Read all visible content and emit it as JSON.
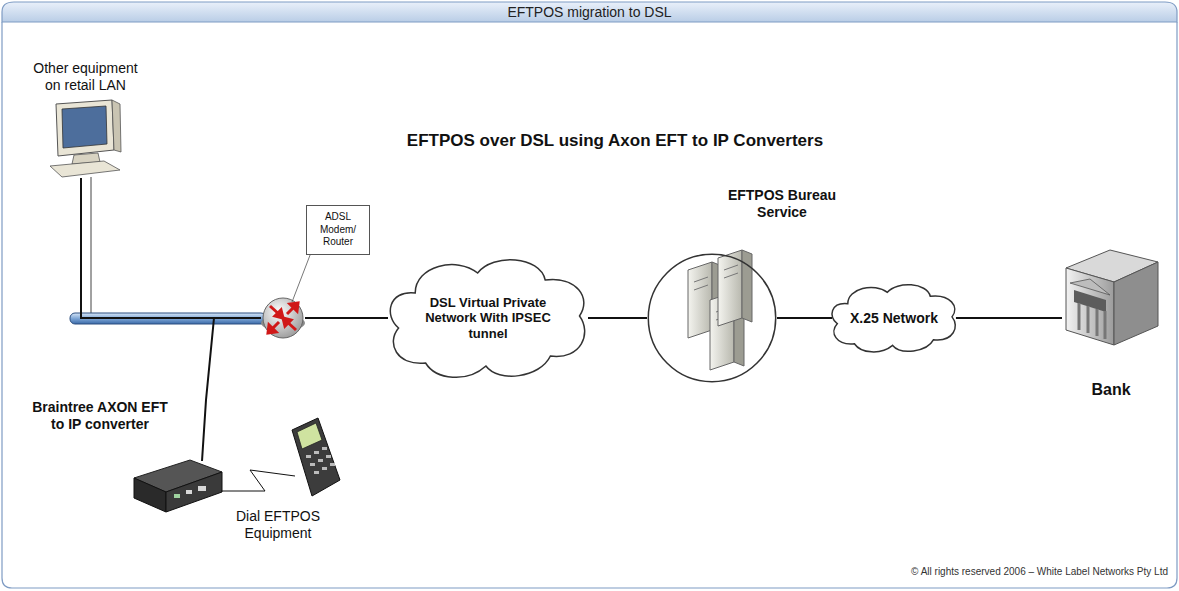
{
  "diagram": {
    "title": "EFTPOS migration to DSL",
    "nodes": [
      {
        "text": [
          "Other equipment on retail LAN"
        ]
      },
      {
        "text": [
          "Braintree AXON EFT to IP converter"
        ]
      },
      {
        "text": [
          "Dial EFTPOS Equipment"
        ]
      },
      {
        "text": [
          "ADSL Modem/ Router"
        ]
      },
      {
        "text": [
          "DSL Virtual Private Network With IPSEC tunnel"
        ]
      },
      {
        "text": [
          "EFTPOS Bureau Service"
        ]
      },
      {
        "text": [
          "X.25 Network"
        ]
      },
      {
        "text": [
          "Bank"
        ]
      }
    ],
    "edges": [
      {
        "from": 0,
        "to": 3,
        "arrow": "none"
      },
      {
        "from": 1,
        "to": 3,
        "arrow": "none"
      },
      {
        "from": 2,
        "to": 1,
        "arrow": "none"
      },
      {
        "from": 3,
        "to": 4,
        "arrow": "none"
      },
      {
        "from": 4,
        "to": 5,
        "arrow": "none"
      },
      {
        "from": 5,
        "to": 6,
        "arrow": "none"
      },
      {
        "from": 6,
        "to": 7,
        "arrow": "none"
      }
    ],
    "labels": [
      "EFTPOS over DSL using Axon EFT to IP Converters",
      "© All rights reserved 2006 – White Label Networks Pty Ltd"
    ]
  }
}
